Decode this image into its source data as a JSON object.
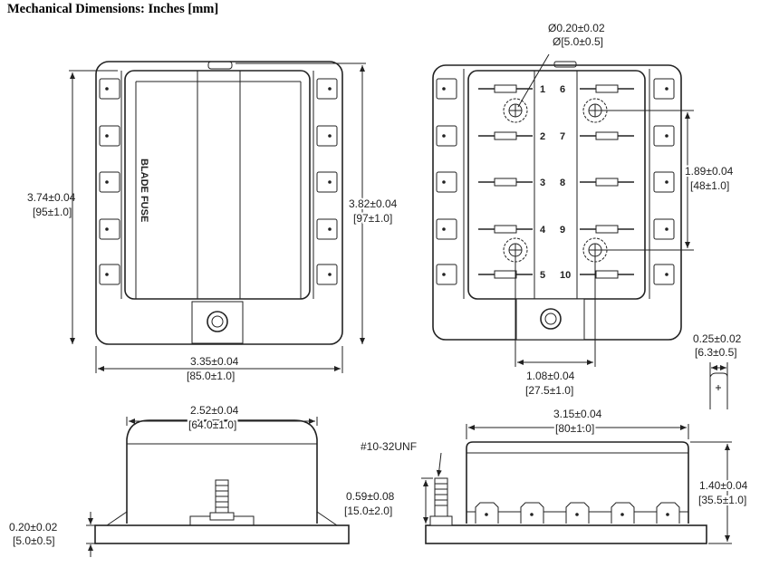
{
  "title": "Mechanical Dimensions:  Inches [mm]",
  "top_view": {
    "cover_label": "BLADE FUSE",
    "height_left": {
      "in": "3.74±0.04",
      "mm": "[95±1.0]"
    },
    "height_right": {
      "in": "3.82±0.04",
      "mm": "[97±1.0]"
    },
    "width": {
      "in": "3.35±0.04",
      "mm": "[85.0±1.0]"
    }
  },
  "open_view": {
    "hole_diameter": {
      "in": "Ø0.20±0.02",
      "mm": "Ø[5.0±0.5]"
    },
    "hole_vertical_spacing": {
      "in": "1.89±0.04",
      "mm": "[48±1.0]"
    },
    "hole_horizontal_spacing": {
      "in": "1.08±0.04",
      "mm": "[27.5±1.0]"
    },
    "slot_numbers_left": [
      "1",
      "2",
      "3",
      "4",
      "5"
    ],
    "slot_numbers_right": [
      "6",
      "7",
      "8",
      "9",
      "10"
    ]
  },
  "terminal": {
    "width": {
      "in": "0.25±0.02",
      "mm": "[6.3±0.5]"
    }
  },
  "side_view_left": {
    "width": {
      "in": "2.52±0.04",
      "mm": "[64.0±1.0]"
    },
    "base_thickness": {
      "in": "0.20±0.02",
      "mm": "[5.0±0.5]"
    }
  },
  "side_view_right": {
    "length": {
      "in": "3.15±0.04",
      "mm": "[80±1.0]"
    },
    "height": {
      "in": "1.40±0.04",
      "mm": "[35.5±1.0]"
    },
    "stud_thread": "#10-32UNF",
    "stud_height": {
      "in": "0.59±0.08",
      "mm": "[15.0±2.0]"
    }
  }
}
